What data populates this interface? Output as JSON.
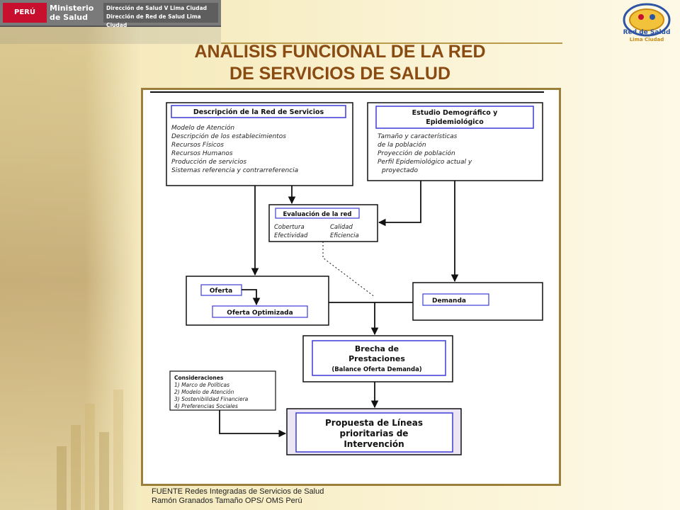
{
  "header": {
    "peru": "PERÚ",
    "ministry": "Ministerio de Salud",
    "direction_line1": "Dirección de Salud V Lima Ciudad",
    "direction_line2": "Dirección de Red de Salud Lima Ciudad",
    "logo_line1": "Red de Salud",
    "logo_line2": "Lima Ciudad"
  },
  "title": {
    "line1": "ANALISIS FUNCIONAL DE LA RED",
    "line2": "DE SERVICIOS DE SALUD"
  },
  "diagram": {
    "descripcion": {
      "header": "Descripción de la Red de Servicios",
      "items": [
        "Modelo de Atención",
        "Descripción de los establecimientos",
        "Recursos Físicos",
        "Recursos Humanos",
        "Producción de servicios",
        "Sistemas referencia y contrarreferencia"
      ]
    },
    "estudio": {
      "header_line1": "Estudio Demográfico y",
      "header_line2": "Epidemiológico",
      "items": [
        "Tamaño y características",
        "de la población",
        "Proyección de población",
        "Perfil Epidemiológico actual y",
        "proyectado"
      ]
    },
    "evaluacion": {
      "header": "Evaluación de la red",
      "c1": "Cobertura",
      "c2": "Calidad",
      "c3": "Efectividad",
      "c4": "Eficiencia"
    },
    "oferta": "Oferta",
    "oferta_optimizada": "Oferta Optimizada",
    "demanda": "Demanda",
    "brecha": {
      "line1": "Brecha de",
      "line2": "Prestaciones",
      "line3": "(Balance Oferta Demanda)"
    },
    "consideraciones": {
      "header": "Consideraciones",
      "items": [
        "1) Marco de Políticas",
        "2) Modelo de Atención",
        "3) Sostenibilidad Financiera",
        "4) Preferencias Sociales"
      ]
    },
    "propuesta": {
      "line1": "Propuesta de Líneas",
      "line2": "prioritarias de",
      "line3": "Intervención"
    }
  },
  "footer": {
    "line1": "FUENTE Redes Integradas de Servicios de Salud",
    "line2": "Ramón Granados Tamaño  OPS/ OMS Perú"
  },
  "colors": {
    "title": "#8a4b12",
    "frame": "#9c7f3a",
    "box_blue": "#3b3bd6",
    "propuesta_fill": "#ece6f4"
  }
}
